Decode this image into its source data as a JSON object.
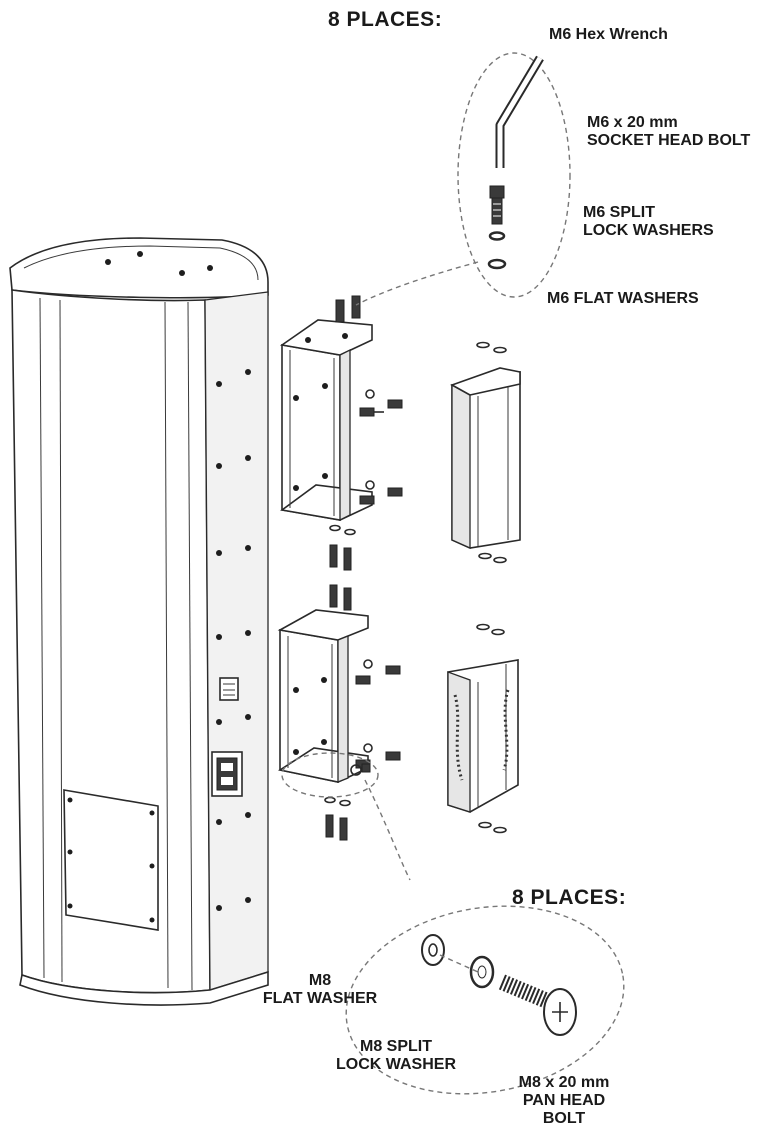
{
  "top_callout": {
    "title": "8 PLACES:",
    "wrench_label": "M6 Hex Wrench",
    "bolt_label": [
      "M6 x 20 mm",
      "SOCKET HEAD BOLT"
    ],
    "lock_washer_label": [
      "M6 SPLIT",
      "LOCK WASHERS"
    ],
    "flat_washer_label": "M6 FLAT WASHERS"
  },
  "bottom_callout": {
    "title": "8 PLACES:",
    "flat_washer_label": [
      "M8",
      "FLAT WASHER"
    ],
    "lock_washer_label": [
      "M8 SPLIT",
      "LOCK WASHER"
    ],
    "bolt_label": [
      "M8 x 20 mm",
      "PAN HEAD",
      "BOLT"
    ]
  },
  "colors": {
    "line": "#2a2a2a",
    "callout_dash": "#777777",
    "text": "#1a1a1a"
  }
}
